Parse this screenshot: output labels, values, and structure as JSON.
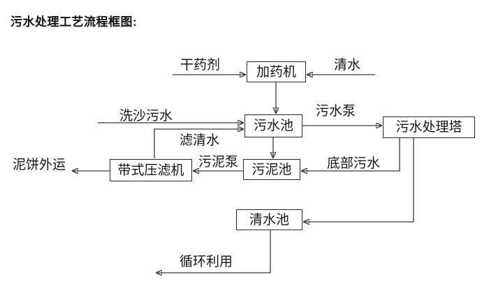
{
  "title": "污水处理工艺流程框图:",
  "diagram": {
    "nodes": [
      {
        "id": "dosing-machine",
        "label": "加药机"
      },
      {
        "id": "sewage-pool",
        "label": "污水池"
      },
      {
        "id": "sewage-treatment-tower",
        "label": "污水处理塔"
      },
      {
        "id": "sludge-pool",
        "label": "污泥池"
      },
      {
        "id": "belt-filter-press",
        "label": "带式压滤机"
      },
      {
        "id": "clean-water-pool",
        "label": "清水池"
      }
    ],
    "flow_labels": [
      {
        "id": "dry-agent",
        "text": "干药剂"
      },
      {
        "id": "clean-water-in",
        "text": "清水"
      },
      {
        "id": "sand-washing-sewage",
        "text": "洗沙污水"
      },
      {
        "id": "sewage-pump",
        "text": "污水泵"
      },
      {
        "id": "filtered-water",
        "text": "滤清水"
      },
      {
        "id": "sludge-pump",
        "text": "污泥泵"
      },
      {
        "id": "bottom-sewage",
        "text": "底部污水"
      },
      {
        "id": "mud-cake-out",
        "text": "泥饼外运"
      },
      {
        "id": "recycle-use",
        "text": "循环利用"
      }
    ],
    "edges": [
      {
        "from": "dry-agent (external)",
        "to": "dosing-machine",
        "label": "干药剂"
      },
      {
        "from": "clean water (external)",
        "to": "dosing-machine",
        "label": "清水"
      },
      {
        "from": "dosing-machine",
        "to": "sewage-pool",
        "label": ""
      },
      {
        "from": "sand-washing sewage (external)",
        "to": "sewage-pool",
        "label": "洗沙污水"
      },
      {
        "from": "belt-filter-press",
        "to": "sewage-pool",
        "label": "滤清水"
      },
      {
        "from": "sewage-pool",
        "to": "sewage-treatment-tower",
        "label": "污水泵"
      },
      {
        "from": "sewage-pool",
        "to": "sludge-pool",
        "label": ""
      },
      {
        "from": "sewage-treatment-tower",
        "to": "sludge-pool",
        "label": "底部污水"
      },
      {
        "from": "sludge-pool",
        "to": "belt-filter-press",
        "label": "污泥泵"
      },
      {
        "from": "belt-filter-press",
        "to": "mud cake out (external)",
        "label": "泥饼外运"
      },
      {
        "from": "sewage-treatment-tower",
        "to": "clean-water-pool",
        "label": ""
      },
      {
        "from": "clean-water-pool",
        "to": "recycle use (external)",
        "label": "循环利用"
      }
    ],
    "colors": {
      "line": "#3a3a3a",
      "text": "#161616",
      "background": "#ffffff"
    }
  }
}
